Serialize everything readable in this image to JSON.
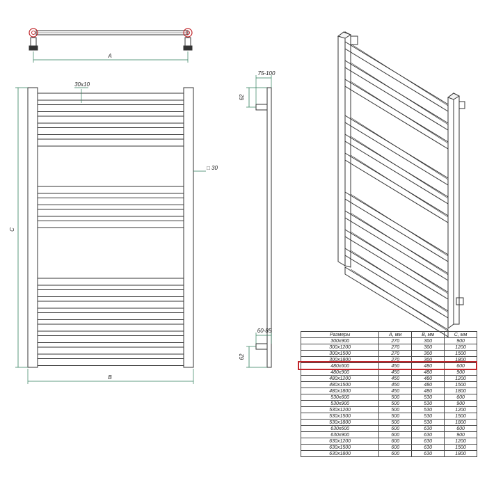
{
  "colors": {
    "line": "#333333",
    "dimension": "#2e7d5a",
    "highlight": "#c0262b"
  },
  "front_view": {
    "dim_width_label": "A",
    "dim_height_label": "C",
    "dim_outer_width_label": "B",
    "dim_bar_label": "30x10",
    "dim_post_label": "□ 30",
    "bar_groups": [
      5,
      4,
      8
    ]
  },
  "side_view": {
    "dim_top_offset_label": "75-100",
    "dim_top_height_label": "62",
    "dim_bottom_offset_label": "60-85",
    "dim_bottom_height_label": "62"
  },
  "iso_view": {
    "bar_groups": [
      3,
      3,
      5
    ]
  },
  "table": {
    "headers": [
      "Размеры",
      "A, мм",
      "B, мм",
      "C, мм"
    ],
    "highlight_row": 4,
    "rows": [
      [
        "300x900",
        "270",
        "300",
        "900"
      ],
      [
        "300x1200",
        "270",
        "300",
        "1200"
      ],
      [
        "300x1500",
        "270",
        "300",
        "1500"
      ],
      [
        "300x1800",
        "270",
        "300",
        "1800"
      ],
      [
        "480x600",
        "450",
        "480",
        "600"
      ],
      [
        "480x900",
        "450",
        "480",
        "900"
      ],
      [
        "480x1200",
        "450",
        "480",
        "1200"
      ],
      [
        "480x1500",
        "450",
        "480",
        "1500"
      ],
      [
        "480x1800",
        "450",
        "480",
        "1800"
      ],
      [
        "530x600",
        "500",
        "530",
        "600"
      ],
      [
        "530x900",
        "500",
        "530",
        "900"
      ],
      [
        "530x1200",
        "500",
        "530",
        "1200"
      ],
      [
        "530x1500",
        "500",
        "530",
        "1500"
      ],
      [
        "530x1800",
        "500",
        "530",
        "1800"
      ],
      [
        "630x600",
        "600",
        "630",
        "600"
      ],
      [
        "630x900",
        "600",
        "630",
        "900"
      ],
      [
        "630x1200",
        "600",
        "630",
        "1200"
      ],
      [
        "630x1500",
        "600",
        "630",
        "1500"
      ],
      [
        "630x1800",
        "600",
        "630",
        "1800"
      ]
    ]
  }
}
